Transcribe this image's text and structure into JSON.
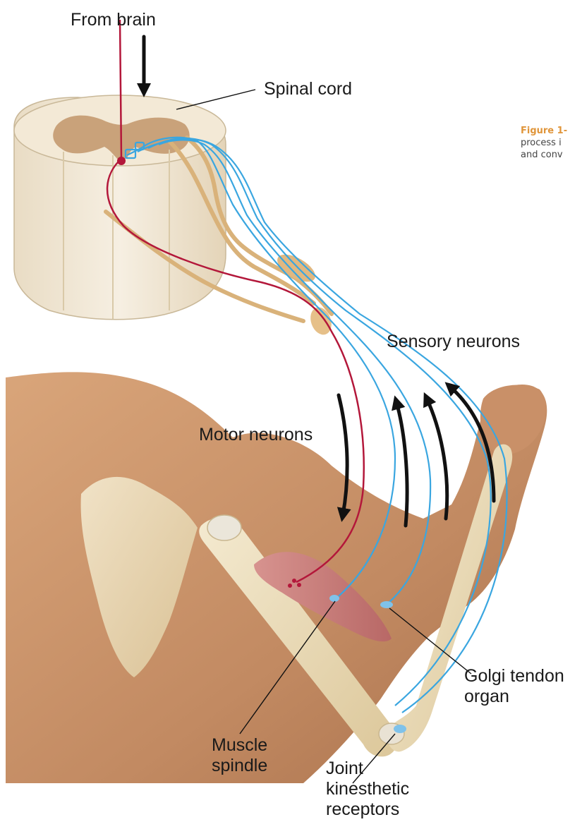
{
  "labels": {
    "from_brain": "From brain",
    "spinal_cord": "Spinal cord",
    "sensory_neurons": "Sensory neurons",
    "motor_neurons": "Motor neurons",
    "golgi_tendon": "Golgi tendon",
    "golgi_tendon_2": "organ",
    "muscle_spindle": "Muscle",
    "muscle_spindle_2": "spindle",
    "joint_receptors": "Joint",
    "joint_receptors_2": "kinesthetic",
    "joint_receptors_3": "receptors"
  },
  "caption": {
    "figure": "Figure 1-",
    "line1": "process i",
    "line2": "and conv"
  },
  "colors": {
    "motor_neuron": "#b3173a",
    "sensory_neuron": "#3aa6e0",
    "nerve": "#d9b27a",
    "skin": "#c8936a",
    "bone": "#efe2b8",
    "muscle": "#c77a78",
    "caption_accent": "#e0953a"
  }
}
